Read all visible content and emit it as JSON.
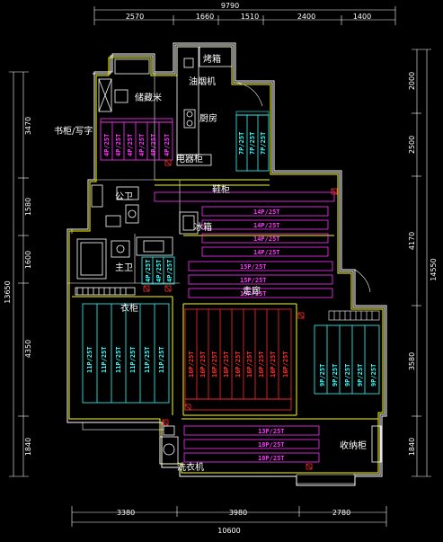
{
  "dims": {
    "top_total": "9790",
    "top_segments": [
      "2570",
      "1660",
      "1510",
      "2400",
      "1400"
    ],
    "left_total": "13650",
    "left_segments": [
      "3470",
      "1580",
      "1600",
      "4350",
      "1840"
    ],
    "right_total": "14550",
    "right_segments": [
      "2000",
      "2500",
      "4170",
      "3580",
      "1840"
    ],
    "bottom_total": "10600",
    "bottom_segments": [
      "3380",
      "3980",
      "2780"
    ]
  },
  "rooms": {
    "rice": "储藏米",
    "kitchen": "厨房",
    "oven": "烤箱",
    "range_hood": "油烟机",
    "desk": "书柜/写字",
    "electric_cabinet": "电器柜",
    "shoe_cabinet": "鞋柜",
    "public_bath": "公卫",
    "fridge": "冰箱",
    "master_bath": "主卫",
    "wardrobe": "衣柜",
    "hall": "走廊",
    "storage": "收纳柜",
    "laundry": "洗衣机"
  },
  "labels": {
    "mag_desk": "4P/25T",
    "cyan_kitchen": "7P/25T",
    "mag_hall_a": "14P/25T",
    "mag_hall_b": "15P/25T",
    "cyan_master": "4P/25T",
    "cyan_wardrobe": "11P/25T",
    "red_center": "16P/25T",
    "cyan_right": "9P/25T",
    "mag_bottom_a": "13P/25T",
    "mag_bottom_b": "18P/25T"
  },
  "colors": {
    "wall": "#ffffff",
    "outline": "#ffff00",
    "magenta": "#ff33ff",
    "cyan": "#33ffff",
    "red": "#ff2a2a",
    "dimension": "#ffffff"
  }
}
